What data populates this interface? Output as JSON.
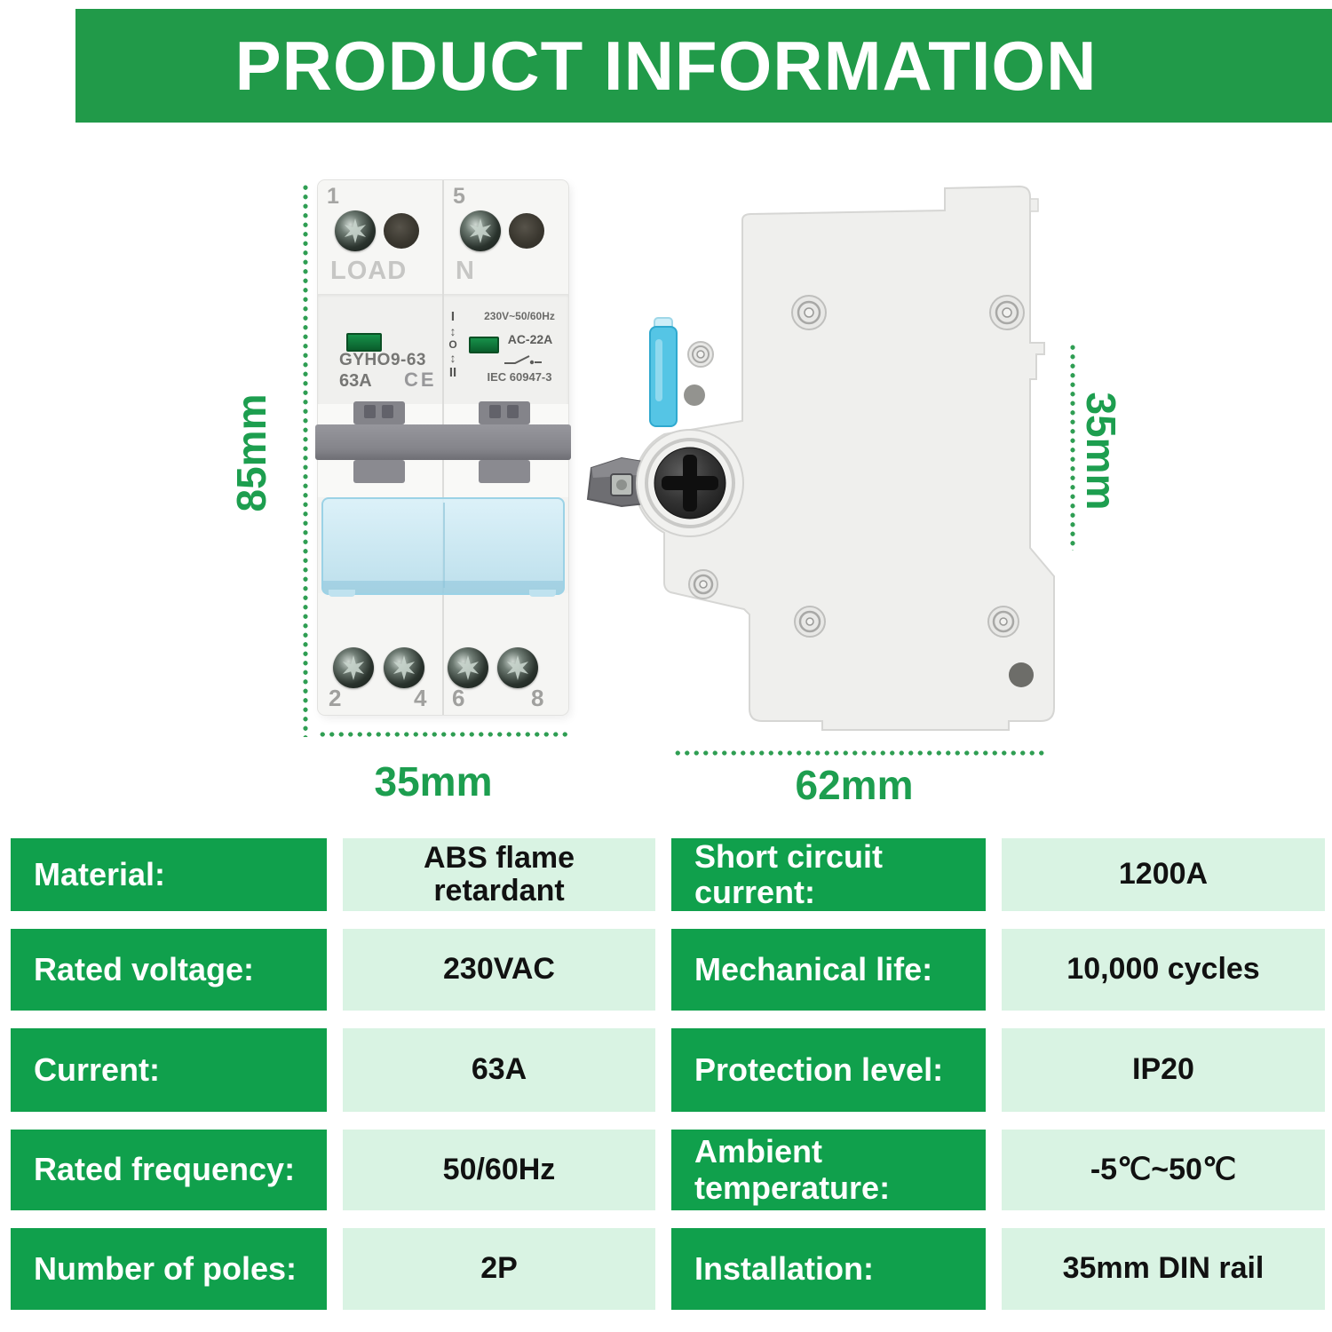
{
  "header": {
    "title": "PRODUCT INFORMATION"
  },
  "colors": {
    "header_green": "#219a49",
    "table_label_green": "#10a04c",
    "table_value_bg": "#d9f3e3",
    "dimension_green": "#1d9e4f",
    "cover_blue": "#9bd2e6",
    "indicator_green": "#0d6f33"
  },
  "front_view": {
    "pole_numbers_top": [
      "1",
      "5"
    ],
    "terminal_labels": [
      "LOAD",
      "N"
    ],
    "model": "GYHO9-63",
    "rated_current": "63A",
    "ce_mark": "CE",
    "positions": [
      "I",
      "O",
      "II"
    ],
    "rating_voltage": "230V~50/60Hz",
    "utilization_category": "AC-22A",
    "standard": "IEC 60947-3",
    "pole_numbers_bottom": [
      "2",
      "4",
      "6",
      "8"
    ]
  },
  "dimensions": {
    "front_height": "85mm",
    "front_width": "35mm",
    "side_depth": "62mm",
    "side_height": "35mm"
  },
  "spec_table": {
    "left": [
      {
        "label": "Material:",
        "value": "ABS flame\nretardant"
      },
      {
        "label": "Rated voltage:",
        "value": "230VAC"
      },
      {
        "label": "Current:",
        "value": "63A"
      },
      {
        "label": "Rated frequency:",
        "value": "50/60Hz"
      },
      {
        "label": "Number of poles:",
        "value": "2P"
      }
    ],
    "right": [
      {
        "label": "Short circuit\ncurrent:",
        "value": "1200A"
      },
      {
        "label": "Mechanical life:",
        "value": "10,000 cycles"
      },
      {
        "label": "Protection level:",
        "value": "IP20"
      },
      {
        "label": "Ambient\ntemperature:",
        "value": "-5℃~50℃"
      },
      {
        "label": "Installation:",
        "value": "35mm DIN rail"
      }
    ]
  }
}
